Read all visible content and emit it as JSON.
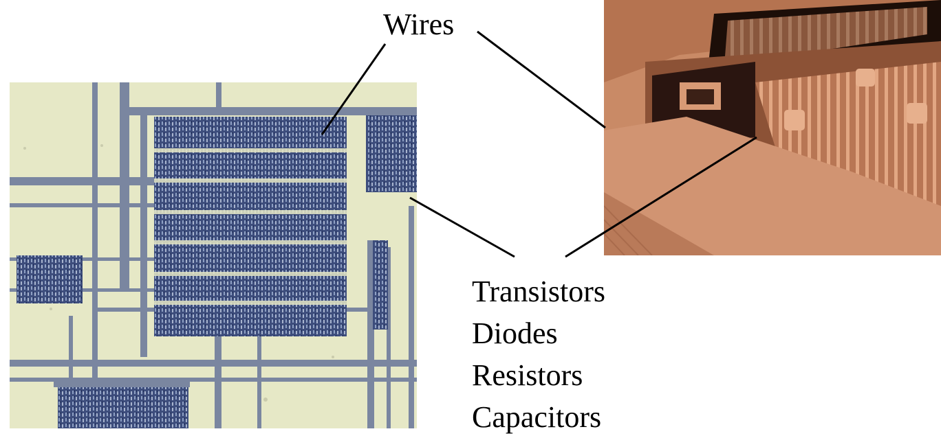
{
  "labels": {
    "wires": "Wires",
    "components": [
      "Transistors",
      "Diodes",
      "Resistors",
      "Capacitors"
    ]
  },
  "images": {
    "left": "chip-micrograph",
    "right": "sem-micrograph"
  },
  "colors": {
    "chip_background": "#e6e8c6",
    "chip_wire": "#6f7a92",
    "chip_cells": "#3d4d7c",
    "sem_copper": "#c98a66",
    "leader_line": "#000000"
  }
}
